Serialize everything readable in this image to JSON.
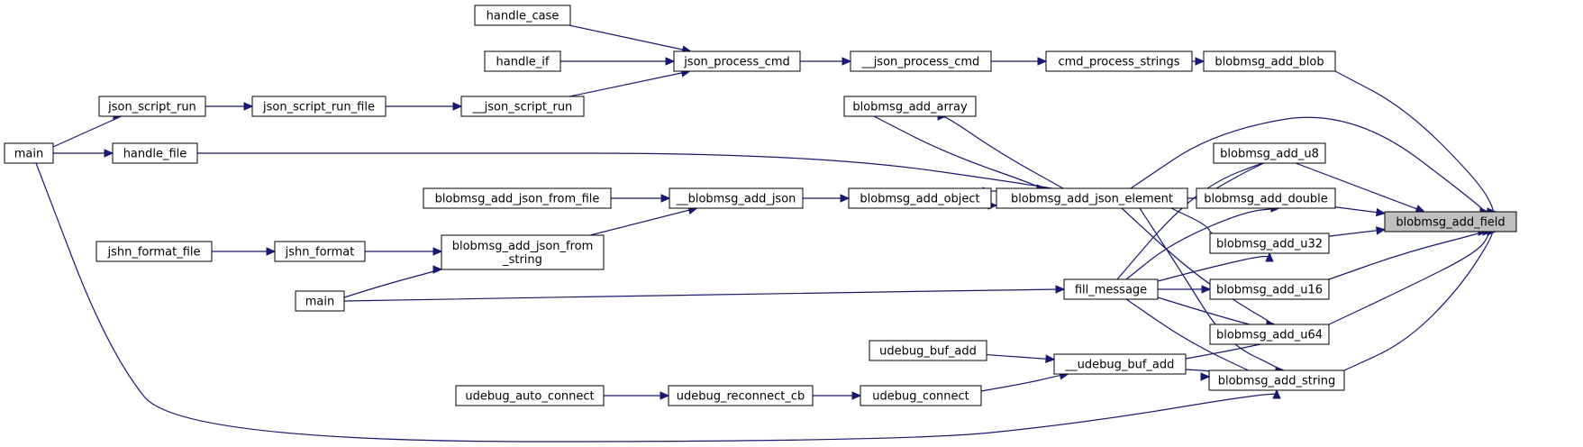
{
  "graph": {
    "root": "blobmsg_add_field",
    "colors": {
      "edge": "#191970",
      "node_border": "#000000",
      "root_fill": "#bfbfbf",
      "node_fill": "#ffffff"
    },
    "nodes": [
      {
        "id": "blobmsg_add_field",
        "label": "blobmsg_add_field",
        "root": true
      },
      {
        "id": "blobmsg_add_blob",
        "label": "blobmsg_add_blob"
      },
      {
        "id": "blobmsg_add_u8",
        "label": "blobmsg_add_u8"
      },
      {
        "id": "blobmsg_add_double",
        "label": "blobmsg_add_double"
      },
      {
        "id": "blobmsg_add_u32",
        "label": "blobmsg_add_u32"
      },
      {
        "id": "blobmsg_add_u16",
        "label": "blobmsg_add_u16"
      },
      {
        "id": "blobmsg_add_u64",
        "label": "blobmsg_add_u64"
      },
      {
        "id": "blobmsg_add_string",
        "label": "blobmsg_add_string"
      },
      {
        "id": "blobmsg_add_json_element",
        "label": "blobmsg_add_json_element"
      },
      {
        "id": "fill_message",
        "label": "fill_message"
      },
      {
        "id": "cmd_process_strings",
        "label": "cmd_process_strings"
      },
      {
        "id": "__json_process_cmd",
        "label": "__json_process_cmd"
      },
      {
        "id": "json_process_cmd",
        "label": "json_process_cmd"
      },
      {
        "id": "handle_case",
        "label": "handle_case"
      },
      {
        "id": "handle_if",
        "label": "handle_if"
      },
      {
        "id": "__json_script_run",
        "label": "__json_script_run"
      },
      {
        "id": "json_script_run_file",
        "label": "json_script_run_file"
      },
      {
        "id": "json_script_run",
        "label": "json_script_run"
      },
      {
        "id": "main1",
        "label": "main"
      },
      {
        "id": "handle_file",
        "label": "handle_file"
      },
      {
        "id": "blobmsg_add_array",
        "label": "blobmsg_add_array"
      },
      {
        "id": "blobmsg_add_object",
        "label": "blobmsg_add_object"
      },
      {
        "id": "__blobmsg_add_json",
        "label": "__blobmsg_add_json"
      },
      {
        "id": "blobmsg_add_json_from_file",
        "label": "blobmsg_add_json_from_file"
      },
      {
        "id": "blobmsg_add_json_from_string",
        "label": "blobmsg_add_json_from\n_string"
      },
      {
        "id": "jshn_format",
        "label": "jshn_format"
      },
      {
        "id": "jshn_format_file",
        "label": "jshn_format_file"
      },
      {
        "id": "main2",
        "label": "main"
      },
      {
        "id": "__udebug_buf_add",
        "label": "__udebug_buf_add"
      },
      {
        "id": "udebug_buf_add",
        "label": "udebug_buf_add"
      },
      {
        "id": "udebug_connect",
        "label": "udebug_connect"
      },
      {
        "id": "udebug_reconnect_cb",
        "label": "udebug_reconnect_cb"
      },
      {
        "id": "udebug_auto_connect",
        "label": "udebug_auto_connect"
      }
    ],
    "edges": [
      {
        "from": "blobmsg_add_blob",
        "to": "blobmsg_add_field"
      },
      {
        "from": "blobmsg_add_json_element",
        "to": "blobmsg_add_field"
      },
      {
        "from": "blobmsg_add_u8",
        "to": "blobmsg_add_field"
      },
      {
        "from": "blobmsg_add_double",
        "to": "blobmsg_add_field"
      },
      {
        "from": "blobmsg_add_u32",
        "to": "blobmsg_add_field"
      },
      {
        "from": "blobmsg_add_u16",
        "to": "blobmsg_add_field"
      },
      {
        "from": "blobmsg_add_u64",
        "to": "blobmsg_add_field"
      },
      {
        "from": "blobmsg_add_string",
        "to": "blobmsg_add_field"
      },
      {
        "from": "cmd_process_strings",
        "to": "blobmsg_add_blob"
      },
      {
        "from": "__json_process_cmd",
        "to": "cmd_process_strings"
      },
      {
        "from": "json_process_cmd",
        "to": "__json_process_cmd"
      },
      {
        "from": "handle_case",
        "to": "json_process_cmd"
      },
      {
        "from": "handle_if",
        "to": "json_process_cmd"
      },
      {
        "from": "__json_script_run",
        "to": "json_process_cmd"
      },
      {
        "from": "json_script_run_file",
        "to": "__json_script_run"
      },
      {
        "from": "json_script_run",
        "to": "json_script_run_file"
      },
      {
        "from": "main1",
        "to": "json_script_run"
      },
      {
        "from": "main1",
        "to": "handle_file"
      },
      {
        "from": "main1",
        "to": "blobmsg_add_string"
      },
      {
        "from": "handle_file",
        "to": "blobmsg_add_json_element"
      },
      {
        "from": "blobmsg_add_array",
        "to": "blobmsg_add_json_element"
      },
      {
        "from": "blobmsg_add_json_element",
        "to": "blobmsg_add_array"
      },
      {
        "from": "blobmsg_add_object",
        "to": "blobmsg_add_json_element"
      },
      {
        "from": "blobmsg_add_json_element",
        "to": "blobmsg_add_object"
      },
      {
        "from": "__blobmsg_add_json",
        "to": "blobmsg_add_object"
      },
      {
        "from": "blobmsg_add_json_from_file",
        "to": "__blobmsg_add_json"
      },
      {
        "from": "blobmsg_add_json_from_string",
        "to": "__blobmsg_add_json"
      },
      {
        "from": "jshn_format",
        "to": "blobmsg_add_json_from_string"
      },
      {
        "from": "jshn_format_file",
        "to": "jshn_format"
      },
      {
        "from": "main2",
        "to": "blobmsg_add_json_from_string"
      },
      {
        "from": "main2",
        "to": "fill_message"
      },
      {
        "from": "blobmsg_add_json_element",
        "to": "blobmsg_add_u8"
      },
      {
        "from": "blobmsg_add_json_element",
        "to": "blobmsg_add_double"
      },
      {
        "from": "blobmsg_add_json_element",
        "to": "blobmsg_add_u32"
      },
      {
        "from": "blobmsg_add_json_element",
        "to": "blobmsg_add_u64"
      },
      {
        "from": "blobmsg_add_json_element",
        "to": "blobmsg_add_string"
      },
      {
        "from": "fill_message",
        "to": "blobmsg_add_u8"
      },
      {
        "from": "fill_message",
        "to": "blobmsg_add_double"
      },
      {
        "from": "fill_message",
        "to": "blobmsg_add_u32"
      },
      {
        "from": "fill_message",
        "to": "blobmsg_add_u16"
      },
      {
        "from": "fill_message",
        "to": "blobmsg_add_u64"
      },
      {
        "from": "fill_message",
        "to": "blobmsg_add_string"
      },
      {
        "from": "__udebug_buf_add",
        "to": "blobmsg_add_u64"
      },
      {
        "from": "__udebug_buf_add",
        "to": "blobmsg_add_string"
      },
      {
        "from": "udebug_buf_add",
        "to": "__udebug_buf_add"
      },
      {
        "from": "udebug_connect",
        "to": "__udebug_buf_add"
      },
      {
        "from": "udebug_reconnect_cb",
        "to": "udebug_connect"
      },
      {
        "from": "udebug_auto_connect",
        "to": "udebug_reconnect_cb"
      }
    ]
  }
}
